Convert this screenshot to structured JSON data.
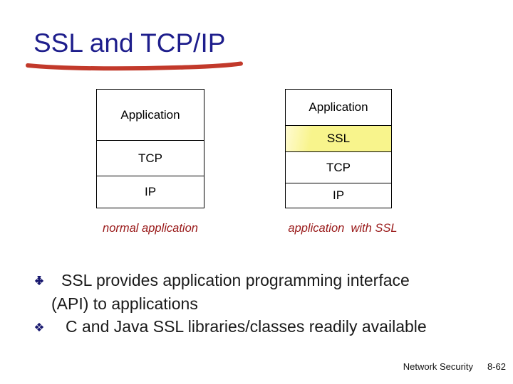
{
  "slide": {
    "title": "SSL and TCP/IP",
    "diagrams": {
      "left": {
        "rows": [
          {
            "label": "Application"
          },
          {
            "label": "TCP"
          },
          {
            "label": "IP"
          }
        ],
        "caption": "normal application"
      },
      "right": {
        "rows": [
          {
            "label": "Application"
          },
          {
            "label": "SSL",
            "highlight": true
          },
          {
            "label": "TCP"
          },
          {
            "label": "IP"
          }
        ],
        "caption": "application  with SSL"
      }
    },
    "bullets": [
      {
        "lines": [
          "SSL provides application programming interface",
          "(API) to applications"
        ]
      },
      {
        "lines": [
          "C and Java SSL libraries/classes readily available"
        ]
      }
    ],
    "footer": {
      "course": "Network Security",
      "page": "8-62"
    },
    "colors": {
      "title": "#1e1e8c",
      "underline": "#c23a2b",
      "caption": "#991818",
      "bullet_marker": "#17176e",
      "ssl_highlight": "#f8f48c",
      "box_border": "#000000"
    }
  }
}
